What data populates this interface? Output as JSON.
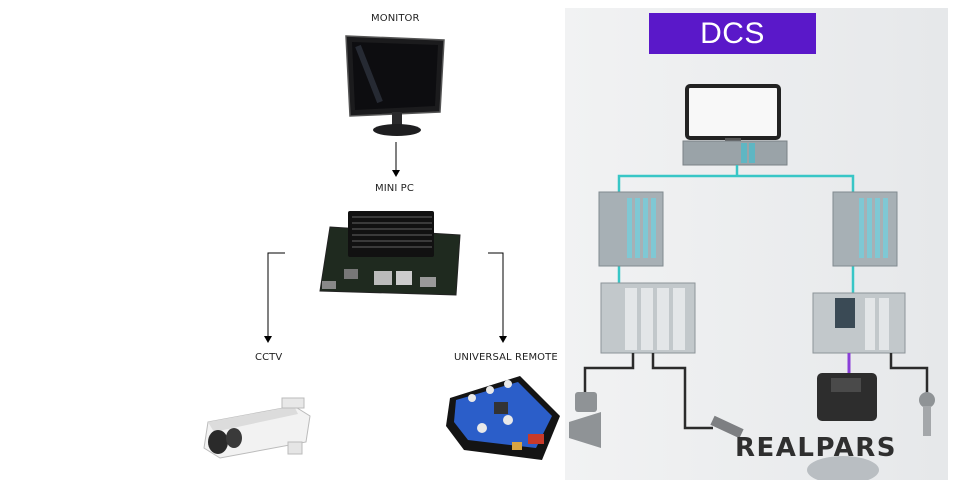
{
  "left_diagram": {
    "nodes": {
      "monitor": "MONITOR",
      "mini_pc": "MINI PC",
      "cctv": "CCTV",
      "universal_remote": "UNIVERSAL REMOTE"
    }
  },
  "right_panel": {
    "title": "DCS",
    "brand": "REALPARS",
    "colors": {
      "title_bg": "#5a18c9",
      "network_line": "#38c6c6",
      "field_line": "#2b2b2b",
      "drive_link": "#8a3fd8"
    }
  }
}
